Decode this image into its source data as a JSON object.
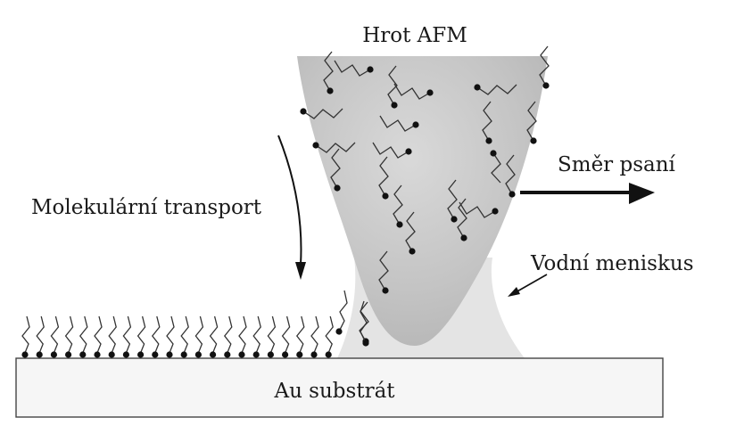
{
  "labels": {
    "tip": "Hrot AFM",
    "writing_direction": "Směr psaní",
    "transport": "Molekulární transport",
    "meniscus": "Vodní meniskus",
    "substrate": "Au substrát"
  },
  "colors": {
    "tip_fill": "#c4c4c4",
    "meniscus_fill": "#e4e4e4",
    "substrate_fill": "#f6f6f6",
    "ink": "#1a1a1a"
  }
}
